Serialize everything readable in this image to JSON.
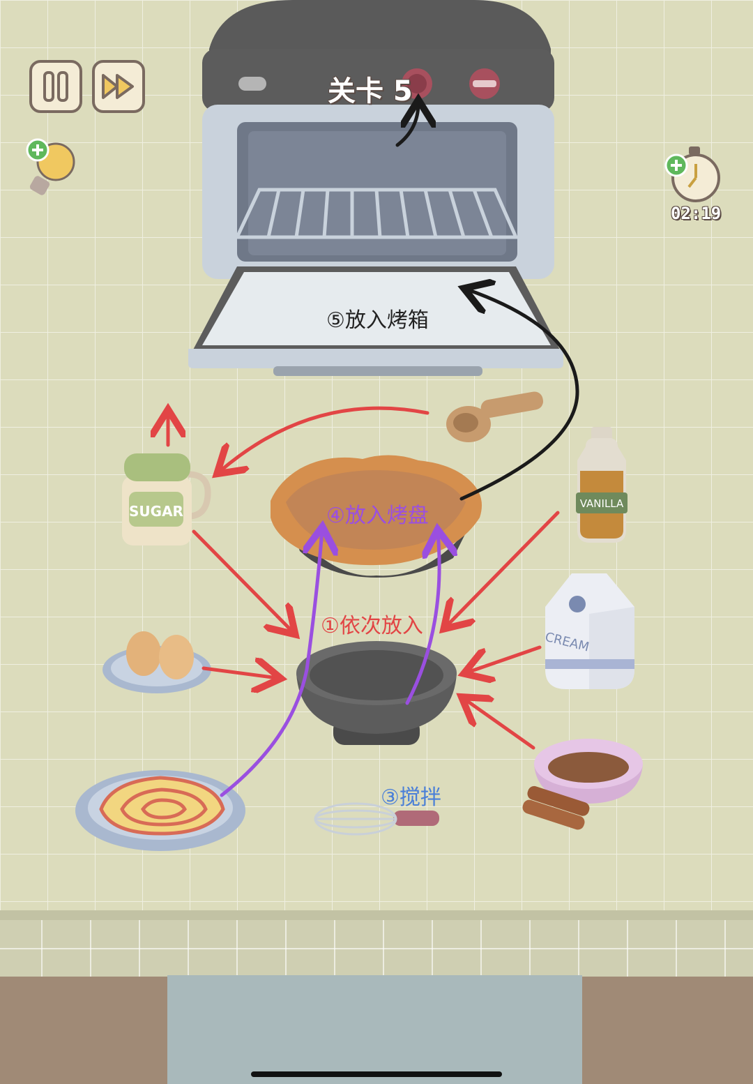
{
  "hud": {
    "level_label": "关卡 5",
    "timer": "02:19",
    "pause_icon": "pause-icon",
    "fast_forward_icon": "fast-forward-icon",
    "hint_icon": "lightbulb-plus-icon",
    "clock_icon": "stopwatch-plus-icon"
  },
  "annotations": {
    "step1": "①依次放入",
    "step3": "③搅拌",
    "step4": "④放入烤盘",
    "step5": "⑤放入烤箱"
  },
  "items": {
    "sugar_label": "SUGAR",
    "vanilla_label": "VANILLA",
    "cream_label": "CREAM"
  },
  "colors": {
    "background": "#dcdcbc",
    "arrow_red": "#e24545",
    "arrow_purple": "#9a4fe0",
    "arrow_black": "#1a1a1a",
    "counter": "#cfcfb2",
    "floor": "#a08a76",
    "mat": "#a9b9bb"
  }
}
